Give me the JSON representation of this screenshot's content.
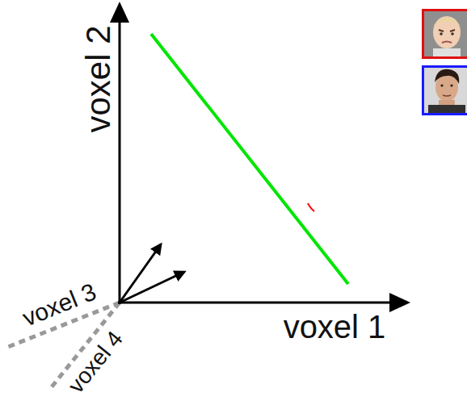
{
  "diagram": {
    "labels": [
      "voxel 2",
      "voxel 3",
      "voxel 1",
      "voxel 4"
    ]
  }
}
